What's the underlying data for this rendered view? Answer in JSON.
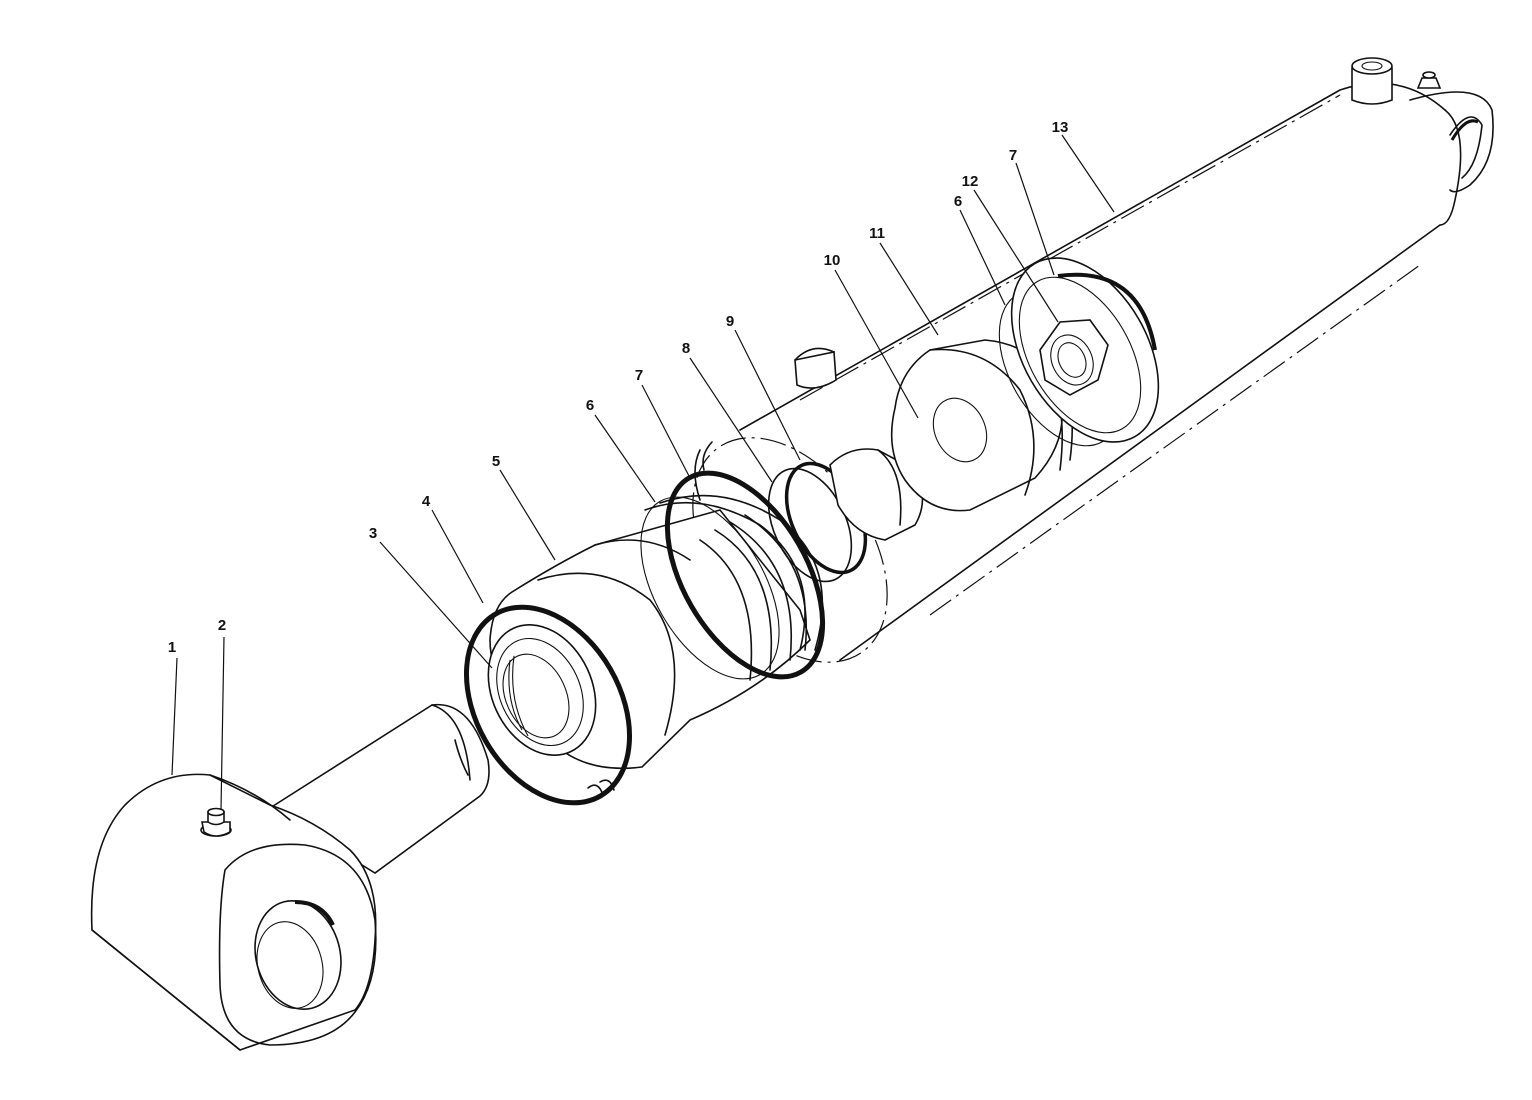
{
  "callouts": [
    {
      "text": "1"
    },
    {
      "text": "2"
    },
    {
      "text": "3"
    },
    {
      "text": "4"
    },
    {
      "text": "5"
    },
    {
      "text": "6"
    },
    {
      "text": "7"
    },
    {
      "text": "8"
    },
    {
      "text": "9"
    },
    {
      "text": "10"
    },
    {
      "text": "11"
    },
    {
      "text": "6"
    },
    {
      "text": "12"
    },
    {
      "text": "7"
    },
    {
      "text": "13"
    }
  ]
}
